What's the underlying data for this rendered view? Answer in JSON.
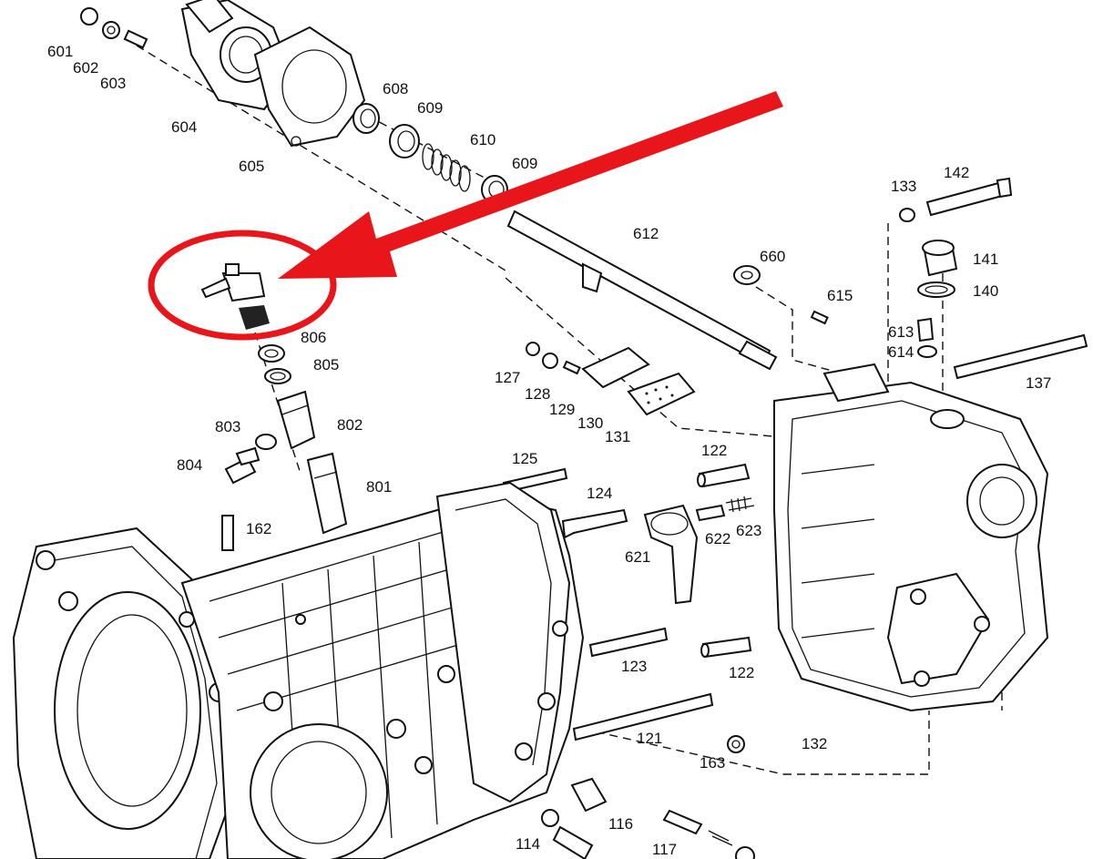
{
  "diagram": {
    "labels": [
      "601",
      "602",
      "603",
      "604",
      "605",
      "608",
      "609",
      "610",
      "609",
      "612",
      "806",
      "805",
      "803",
      "802",
      "804",
      "801",
      "162",
      "127",
      "128",
      "129",
      "130",
      "131",
      "125",
      "124",
      "122",
      "622",
      "623",
      "621",
      "123",
      "121",
      "163",
      "116",
      "114",
      "117",
      "122",
      "132",
      "133",
      "142",
      "141",
      "140",
      "613",
      "614",
      "615",
      "660",
      "137"
    ]
  },
  "highlight": {
    "color": "#e8151b"
  }
}
